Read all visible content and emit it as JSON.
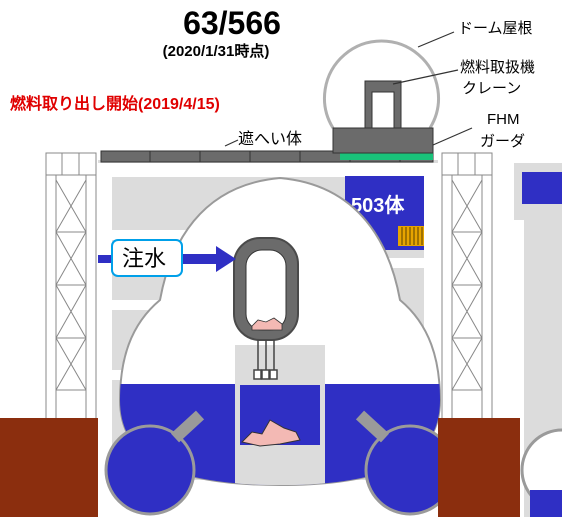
{
  "header": {
    "fuel_count": "63/566",
    "as_of": "(2020/1/31時点)",
    "removal_start": "燃料取り出し開始(2019/4/15)"
  },
  "labels": {
    "dome_roof": "ドーム屋根",
    "fuel_handling_crane_line1": "燃料取扱機",
    "fuel_handling_crane_line2": "クレーン",
    "fhm_girder_line1": "FHM",
    "fhm_girder_line2": "ガーダ",
    "shielding": "遮へい体",
    "stored_count": "503体",
    "water_injection": "注水"
  },
  "colors": {
    "water_blue": "#2f2fc4",
    "ground_brown": "#8b2e0e",
    "building_gray": "#dcdcdc",
    "structure_white": "#ffffff",
    "shield_dark": "#6b6b6b",
    "girder_green": "#19c27a",
    "fuel_yellow": "#e6a400",
    "label_red": "#e00000",
    "vessel_gray": "#7a7a7a",
    "water_box_border": "#00a0e9"
  }
}
